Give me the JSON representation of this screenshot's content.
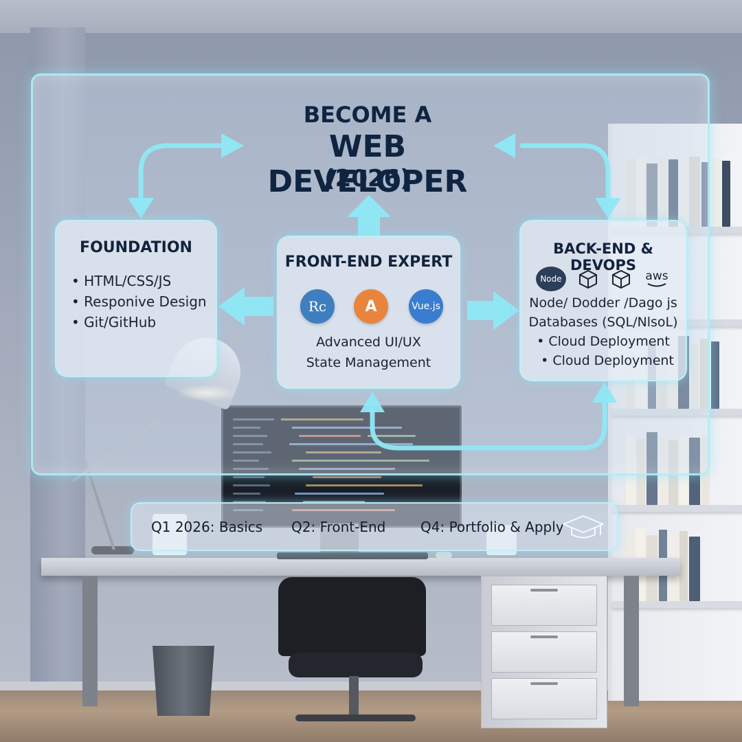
{
  "title": {
    "line1": "BECOME A",
    "line2": "WEB DEVELOPER",
    "line3": "(2026)"
  },
  "foundation": {
    "heading": "FOUNDATION",
    "items": [
      "HTML/CSS/JS",
      "Responive Design",
      "Git/GitHub"
    ]
  },
  "frontend": {
    "heading": "FRONT-END EXPERT",
    "badges": [
      {
        "label": "Rc",
        "color": "#3f7fbf"
      },
      {
        "label": "A",
        "color": "#e8843c"
      },
      {
        "label": "Vue.js",
        "color": "#3a7ccf"
      }
    ],
    "line1": "Advanced UI/UX",
    "line2": "State Management"
  },
  "backend": {
    "heading": "BACK-END & DEVOPS",
    "node_badge": "Node",
    "aws_label": "aws",
    "icons": [
      "node-icon",
      "cube-icon",
      "cube-icon",
      "aws-icon"
    ],
    "line1": "Node/ Dodder /Dago js",
    "line2": "Databases (SQL/NlsoL)",
    "item1": "Cloud Deployment",
    "item2": "Cloud Deployment"
  },
  "timeline": {
    "items": [
      "Q1 2026: Basics",
      "Q2: Front-End",
      "Q4: Portfolio & Apply"
    ],
    "icon": "graduation-cap-icon"
  },
  "colors": {
    "arrow": "#8fe8f6",
    "title": "#0f2440",
    "card_border": "#bef0fa"
  }
}
